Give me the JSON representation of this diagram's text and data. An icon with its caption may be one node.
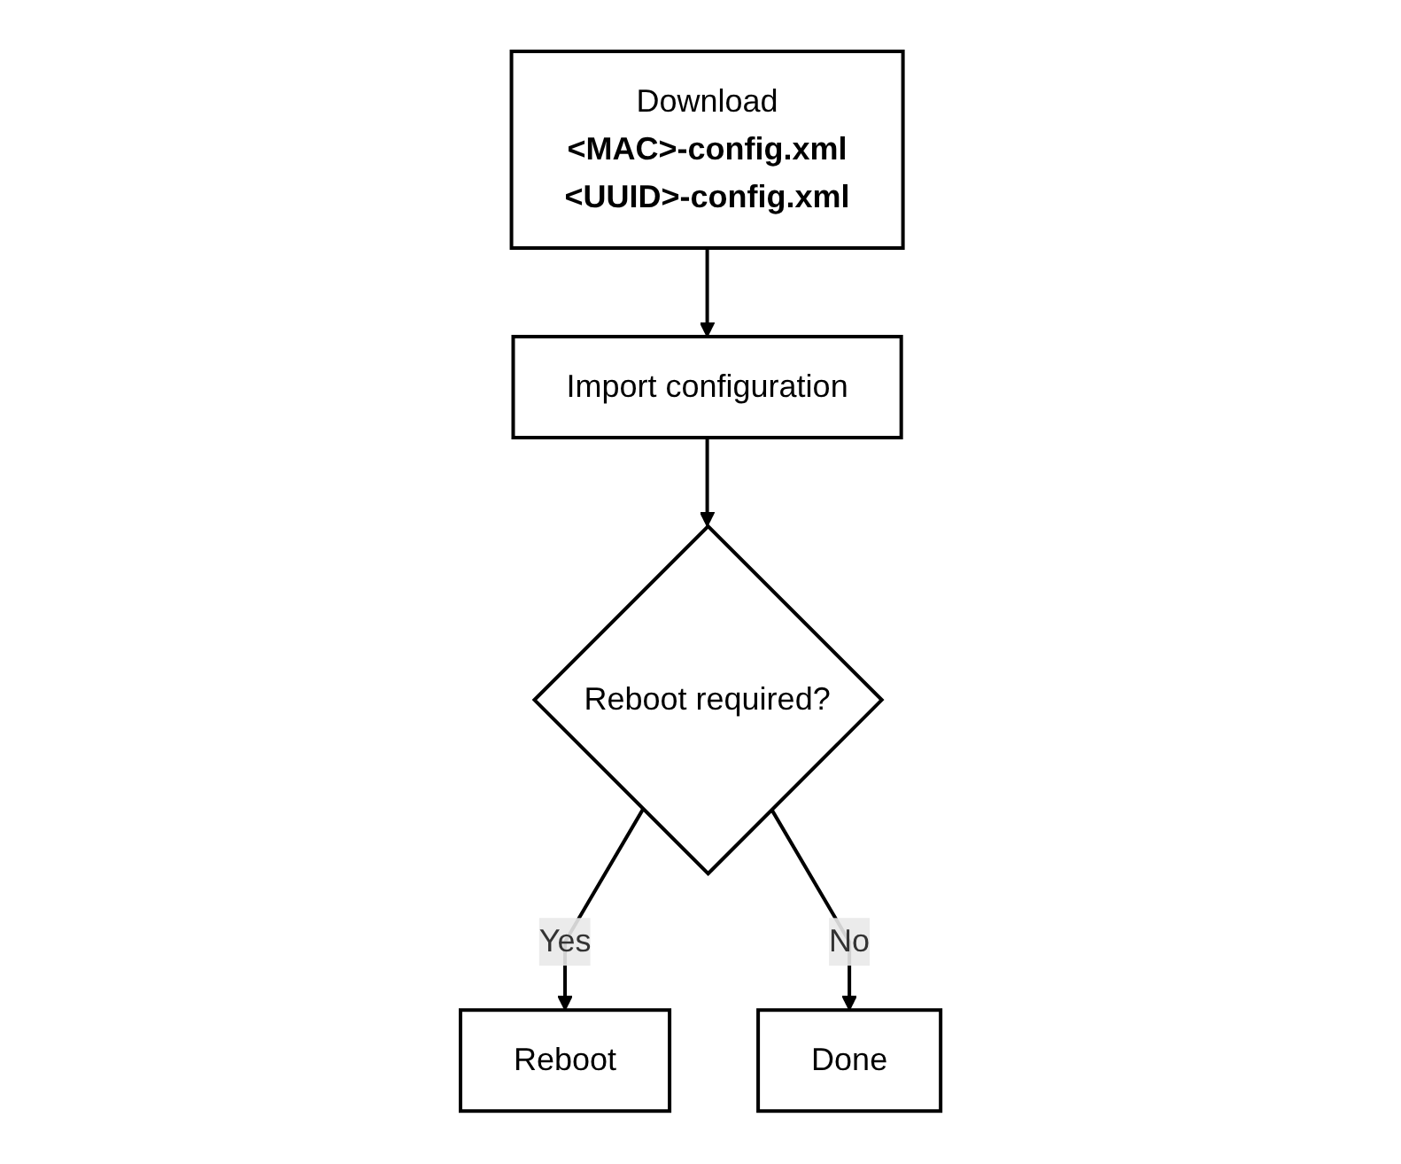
{
  "diagram": {
    "nodes": [
      {
        "text": [
          "Download",
          "<MAC>-config.xml",
          "<UUID>-config.xml"
        ]
      },
      {
        "text": [
          "Import configuration"
        ]
      },
      {
        "text": [
          "Reboot required?"
        ]
      },
      {
        "text": [
          "Reboot"
        ]
      },
      {
        "text": [
          "Done"
        ]
      }
    ],
    "edges": [
      {
        "from": 0,
        "to": 1,
        "arrow": "to"
      },
      {
        "from": 1,
        "to": 2,
        "arrow": "to"
      },
      {
        "from": 2,
        "to": 3,
        "label": "Yes",
        "arrow": "to"
      },
      {
        "from": 2,
        "to": 4,
        "label": "No",
        "arrow": "to"
      }
    ]
  }
}
